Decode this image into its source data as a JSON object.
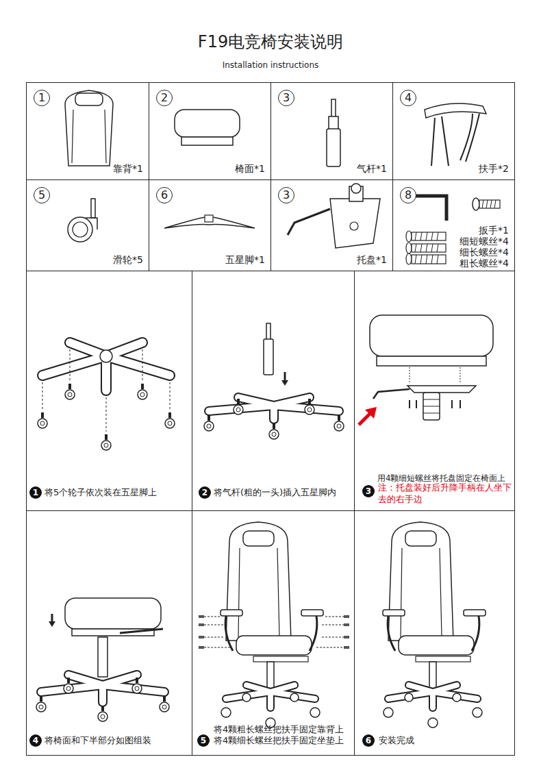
{
  "diagram": {
    "title": "F19电竞椅安装说明",
    "nodes": [
      {
        "text": [
          "1",
          "靠背*1"
        ]
      },
      {
        "text": [
          "2",
          "椅面*1"
        ]
      },
      {
        "text": [
          "3",
          "气杆*1"
        ]
      },
      {
        "text": [
          "4",
          "扶手*2"
        ]
      },
      {
        "text": [
          "5",
          "滑轮*5"
        ]
      },
      {
        "text": [
          "6",
          "五星脚*1"
        ]
      },
      {
        "text": [
          "3",
          "托盘*1"
        ]
      },
      {
        "text": [
          "8",
          "扳手*1",
          "细短螺丝*4",
          "细长螺丝*4",
          "粗长螺丝*4"
        ]
      },
      {
        "text": [
          "1",
          "将5个轮子依次装在五星脚上"
        ]
      },
      {
        "text": [
          "2",
          "将气杆(粗的一头)插入五星脚内"
        ]
      },
      {
        "text": [
          "用4颗细短螺丝将托盘固定在椅面上",
          "3",
          "注：托盘装好后升降手柄在人坐下去的右手边"
        ]
      },
      {
        "text": [
          "4",
          "将椅面和下半部分如图组装"
        ]
      },
      {
        "text": [
          "5",
          "将4颗粗长螺丝把扶手固定靠背上",
          "将4颗细长螺丝把扶手固定坐垫上"
        ]
      },
      {
        "text": [
          "6",
          "安装完成"
        ]
      }
    ],
    "labels": [
      "Installation instructions"
    ]
  }
}
